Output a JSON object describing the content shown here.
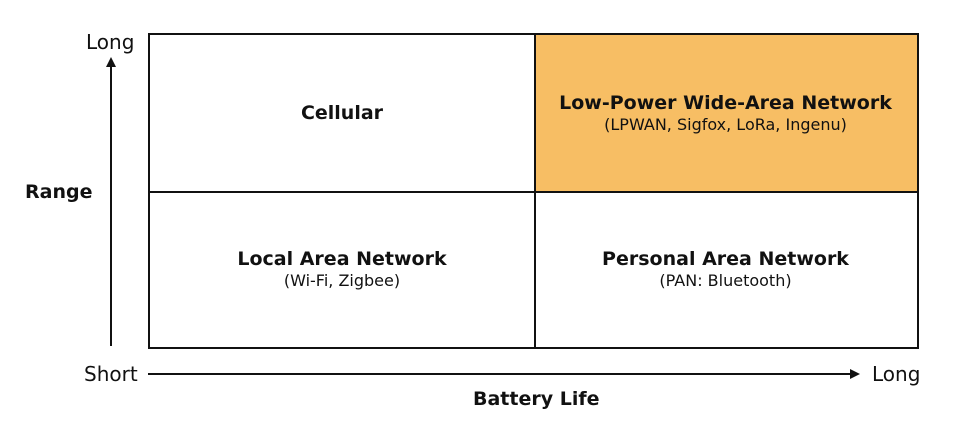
{
  "axes": {
    "y": {
      "title": "Range",
      "top_label": "Long",
      "bottom_label": "Short"
    },
    "x": {
      "title": "Battery Life",
      "right_label": "Long"
    }
  },
  "quadrants": {
    "top_left": {
      "title": "Cellular",
      "subtitle": ""
    },
    "top_right": {
      "title": "Low-Power Wide-Area Network",
      "subtitle": "(LPWAN, Sigfox, LoRa, Ingenu)"
    },
    "bottom_left": {
      "title": "Local Area Network",
      "subtitle": "(Wi-Fi, Zigbee)"
    },
    "bottom_right": {
      "title": "Personal Area Network",
      "subtitle": "(PAN: Bluetooth)"
    }
  },
  "colors": {
    "highlight": "#f7be64",
    "lines": "#111111"
  }
}
